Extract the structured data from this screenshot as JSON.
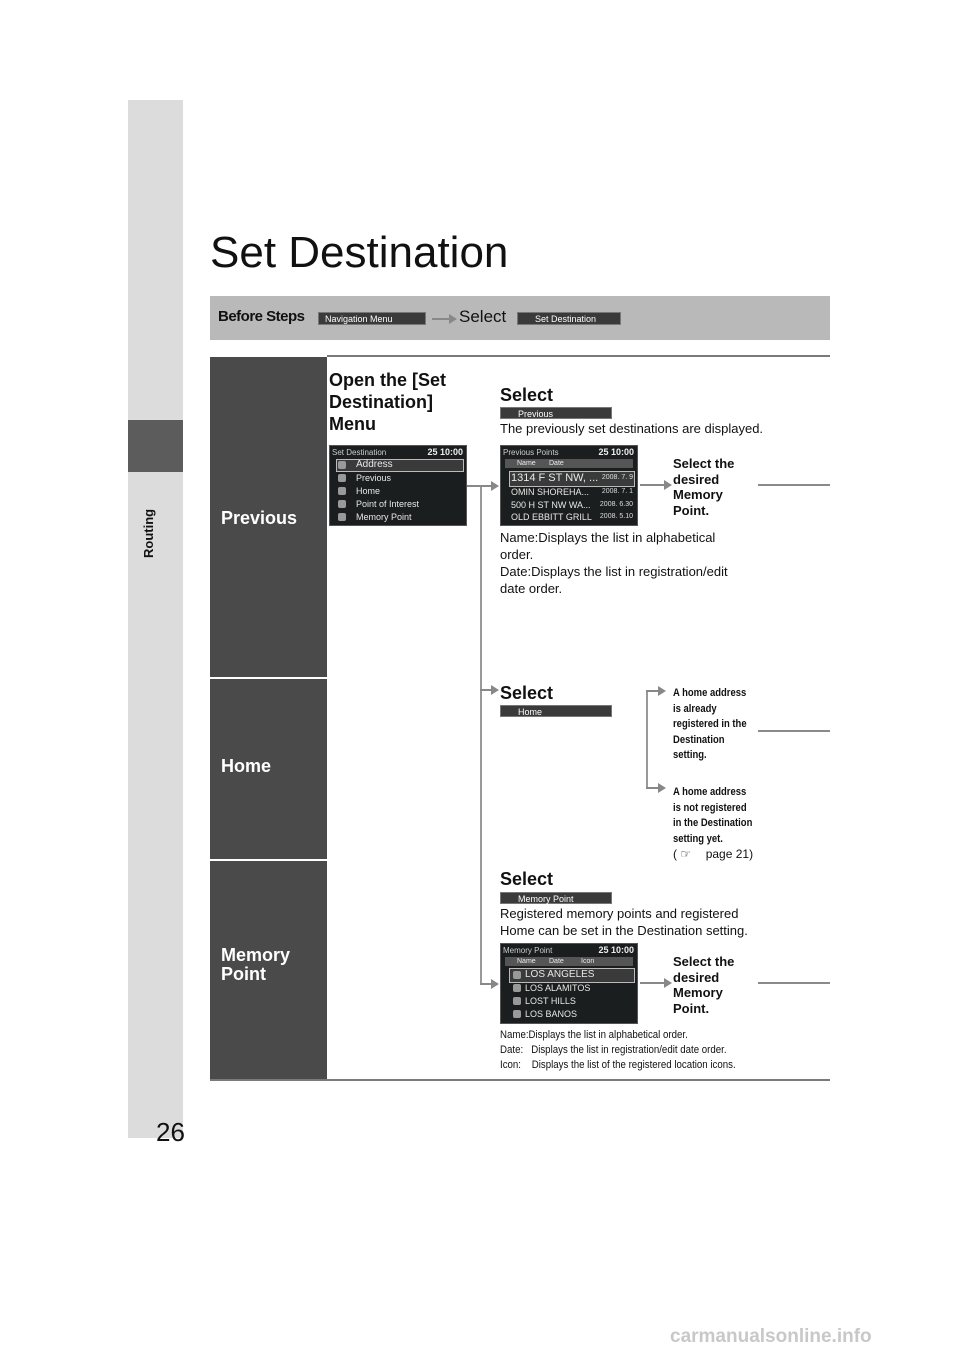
{
  "page": {
    "number": "26",
    "section": "Routing",
    "title": "Set Destination"
  },
  "before_steps": {
    "label": "Before Steps",
    "chip1": "Navigation Menu",
    "select": "Select",
    "chip2": "Set Destination"
  },
  "rows": {
    "previous": "Previous",
    "home": "Home",
    "memory": "Memory Point"
  },
  "open_menu": {
    "heading": "Open the [Set Destination] Menu"
  },
  "set_dest_screen": {
    "header": "Set Destination",
    "clock": "25 10:00",
    "items": [
      "Address",
      "Previous",
      "Home",
      "Point of Interest",
      "Memory Point"
    ]
  },
  "previous_section": {
    "heading": "Select",
    "chip": "Previous",
    "desc": "The previously set destinations are displayed.",
    "screen": {
      "header": "Previous Points",
      "clock": "25 10:00",
      "tabs": [
        "Name",
        "Date"
      ],
      "rows": [
        {
          "name": "1314 F ST NW, ...",
          "date": "2008. 7. 9"
        },
        {
          "name": "OMIN SHOREHA...",
          "date": "2008. 7. 1"
        },
        {
          "name": "500 H ST NW WA...",
          "date": "2008. 6.30"
        },
        {
          "name": "OLD EBBITT GRILL",
          "date": "2008. 5.10"
        }
      ]
    },
    "result": "Select the desired Memory Point.",
    "note1": "Name:Displays the list in alphabetical order.",
    "note2": "Date:Displays the list in registration/edit date order."
  },
  "home_section": {
    "heading": "Select",
    "chip": "Home",
    "case1": "A home address is already registered in the Destination setting.",
    "case2": "A home address is not registered in the Destination setting yet.",
    "ref": "page 21"
  },
  "memory_section": {
    "heading": "Select",
    "chip": "Memory Point",
    "desc": "Registered memory points and registered Home can be set in the Destination setting.",
    "screen": {
      "header": "Memory Point",
      "clock": "25 10:00",
      "tabs": [
        "Name",
        "Date",
        "Icon"
      ],
      "rows": [
        "LOS ANGELES",
        "LOS ALAMITOS",
        "LOST HILLS",
        "LOS BANOS"
      ]
    },
    "result": "Select the desired Memory Point.",
    "notes": [
      "Name:Displays the list in alphabetical order.",
      "Date:   Displays the list in registration/edit date order.",
      "Icon:    Displays the list of the registered location icons."
    ]
  },
  "watermark": "carmanualsonline.info"
}
